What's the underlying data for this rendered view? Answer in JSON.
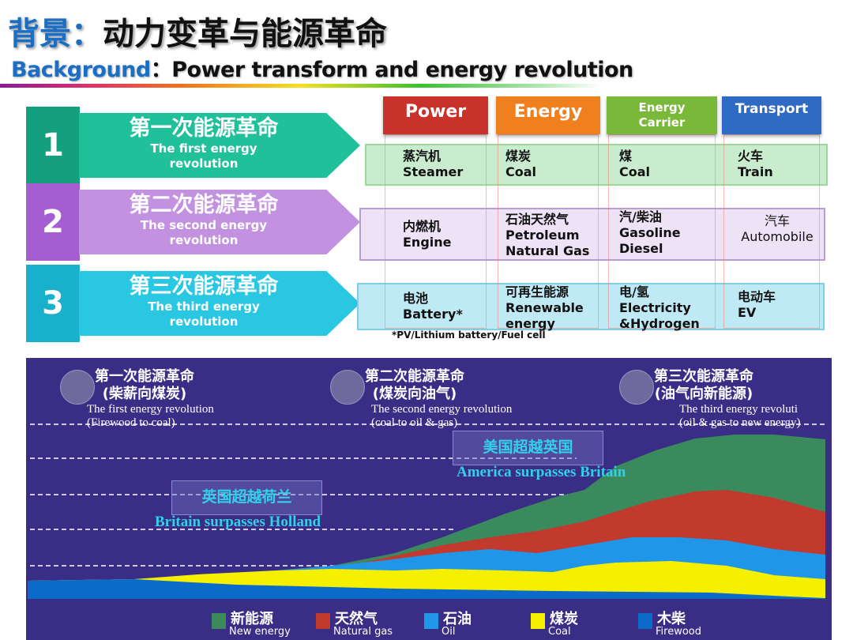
{
  "title": {
    "zh_prefix": "背景：",
    "zh_main": "动力变革与能源革命",
    "en_prefix": "Background",
    "en_sep": "：",
    "en_main": "Power transform and energy revolution"
  },
  "revolutions": [
    {
      "number": "1",
      "zh": "第一次能源革命",
      "en1": "The first energy",
      "en2": "revolution",
      "color": "#1fc09a",
      "dark": "#14a07e"
    },
    {
      "number": "2",
      "zh": "第二次能源革命",
      "en1": "The second energy",
      "en2": "revolution",
      "color": "#c292e0",
      "dark": "#a55ed2"
    },
    {
      "number": "3",
      "zh": "第三次能源革命",
      "en1": "The third energy",
      "en2": "revolution",
      "color": "#2ac7e2",
      "dark": "#18b0ca"
    }
  ],
  "columns": [
    {
      "label1": "Power",
      "label2": "",
      "color": "#c9312b"
    },
    {
      "label1": "Energy",
      "label2": "",
      "color": "#f07f1e"
    },
    {
      "label1": "Energy",
      "label2": "Carrier",
      "color": "#7ab83a"
    },
    {
      "label1": "Transport",
      "label2": "",
      "color": "#2f6ac4"
    }
  ],
  "rows": [
    [
      [
        "蒸汽机",
        "Steamer"
      ],
      [
        "煤炭",
        "Coal"
      ],
      [
        "煤",
        "Coal"
      ],
      [
        "火车",
        "Train"
      ]
    ],
    [
      [
        "内燃机",
        "Engine"
      ],
      [
        "石油天然气",
        "Petroleum",
        "Natural Gas"
      ],
      [
        "汽/柴油",
        "Gasoline",
        "Diesel"
      ],
      [
        "汽车",
        "Automobile"
      ]
    ],
    [
      [
        "电池",
        "Battery*"
      ],
      [
        "可再生能源",
        "Renewable",
        "energy"
      ],
      [
        "电/氢",
        "Electricity",
        "&Hydrogen"
      ],
      [
        "电动车",
        "EV"
      ]
    ]
  ],
  "footnote": "*PV/Lithium battery/Fuel cell",
  "chart": {
    "revs": [
      {
        "zh1": "第一次能源革命",
        "zh2": "(柴薪向煤炭)",
        "en1": "The first energy revolution",
        "en2": "(Firewood to coal)"
      },
      {
        "zh1": "第二次能源革命",
        "zh2": "(煤炭向油气)",
        "en1": "The second energy revolution",
        "en2": "(coal to oil & gas)"
      },
      {
        "zh1": "第三次能源革命",
        "zh2": "(油气向新能源)",
        "en1": "The third energy revoluti",
        "en2": "(oil & gas to new energy)"
      }
    ],
    "callout1": {
      "zh": "英国超越荷兰",
      "en": "Britain surpasses Holland"
    },
    "callout2": {
      "zh": "美国超越英国",
      "en": "America surpasses Britain"
    },
    "legend": [
      {
        "zh": "新能源",
        "en": "New energy",
        "color": "#3a8a5e"
      },
      {
        "zh": "天然气",
        "en": "Natural gas",
        "color": "#c23a2e"
      },
      {
        "zh": "石油",
        "en": "Oil",
        "color": "#1f96e8"
      },
      {
        "zh": "煤炭",
        "en": "Coal",
        "color": "#f5f000"
      },
      {
        "zh": "木柴",
        "en": "Firewood",
        "color": "#0a6cc8"
      }
    ]
  }
}
